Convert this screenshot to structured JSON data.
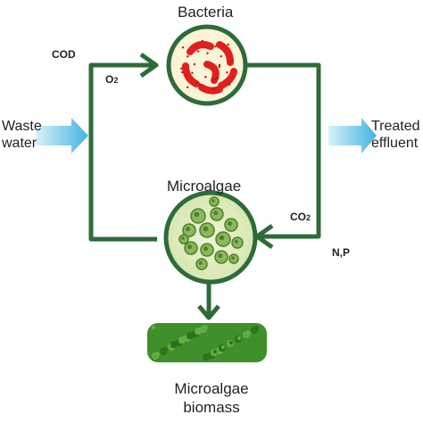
{
  "nodes": {
    "bacteria": {
      "label": "Bacteria"
    },
    "microalgae": {
      "label": "Microalgae"
    },
    "biomass": {
      "label_line1": "Microalgae",
      "label_line2": "biomass"
    }
  },
  "inputs": {
    "line1": "Waste",
    "line2": "water"
  },
  "outputs": {
    "line1": "Treated",
    "line2": "effluent"
  },
  "flows": {
    "cod": "COD",
    "o2": "O",
    "o2_sub": "2",
    "co2": "CO",
    "co2_sub": "2",
    "np": "N,P"
  },
  "colors": {
    "cycle_arrow": "#2e6b3a",
    "bacteria_cell": "#e01f1f",
    "bacteria_bg": "#fbf4d6",
    "algae_cell": "#5f9a3a",
    "io_arrow": "#5fc2e6"
  }
}
